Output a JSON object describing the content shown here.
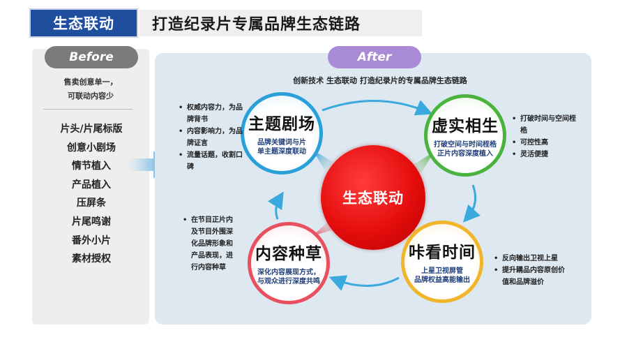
{
  "header": {
    "tag": "生态联动",
    "title": "打造纪录片专属品牌生态链路"
  },
  "before": {
    "label": "Before",
    "desc_lines": [
      "售卖创意单一，",
      "可联动内容少"
    ],
    "items": [
      "片头/片尾标版",
      "创意小剧场",
      "情节植入",
      "产品植入",
      "压屏条",
      "片尾鸣谢",
      "番外小片",
      "素材授权"
    ]
  },
  "after": {
    "label": "After",
    "subtitle": "创新技术 生态联动 打造纪录片的专属品牌生态链路",
    "center": "生态联动",
    "nodes": {
      "theater": {
        "title": "主题剧场",
        "desc": [
          "品牌关键词与片",
          "单主题深度联动"
        ]
      },
      "virtual": {
        "title": "虚实相生",
        "desc": [
          "打破空间与时间桎梏",
          "正片内容深度植入"
        ]
      },
      "watch": {
        "title": "咔看时间",
        "desc": [
          "上星卫视屏管",
          "品牌权益高能输出"
        ]
      },
      "seeding": {
        "title": "内容种草",
        "desc": [
          "深化内容展现方式，",
          "与观众进行深度共鸣"
        ]
      }
    },
    "notes": {
      "theater": [
        "权威内容力，为品牌背书",
        "内容影响力，为品牌证言",
        "流量话题，收割口碑"
      ],
      "virtual": [
        "打破时间与空间桎梏",
        "可控性高",
        "灵活便捷"
      ],
      "watch": [
        "反向输出卫视上星",
        "提升耩品内容原创价值和品牌溢价"
      ],
      "seeding": [
        "在节目正片内及节目外围深化品牌形象和产品表现，进行内容种草"
      ]
    }
  },
  "colors": {
    "header_tag": "#1f4e9e",
    "before_pill": "#7b7b7b",
    "after_pill": "#a98ad4",
    "center": "#e50d0d",
    "theater": "#2a9fd8",
    "virtual": "#4ab33d",
    "watch": "#f0b52a",
    "seeding": "#e8505f"
  }
}
